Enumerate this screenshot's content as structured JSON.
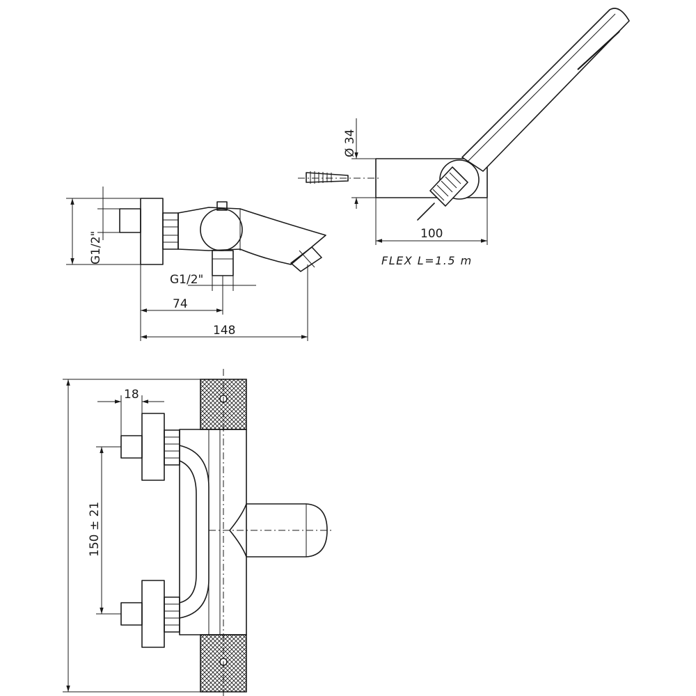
{
  "dimensions": {
    "dim_148": "148",
    "dim_74": "74",
    "dim_100": "100",
    "dim_18": "18",
    "dim_150": "150 ± 21",
    "dim_dia34": "Ø 34",
    "thread_side": "G1/2\"",
    "thread_bottom": "G1/2\""
  },
  "notes": {
    "flex_hose": "FLEX  L=1.5  m"
  }
}
